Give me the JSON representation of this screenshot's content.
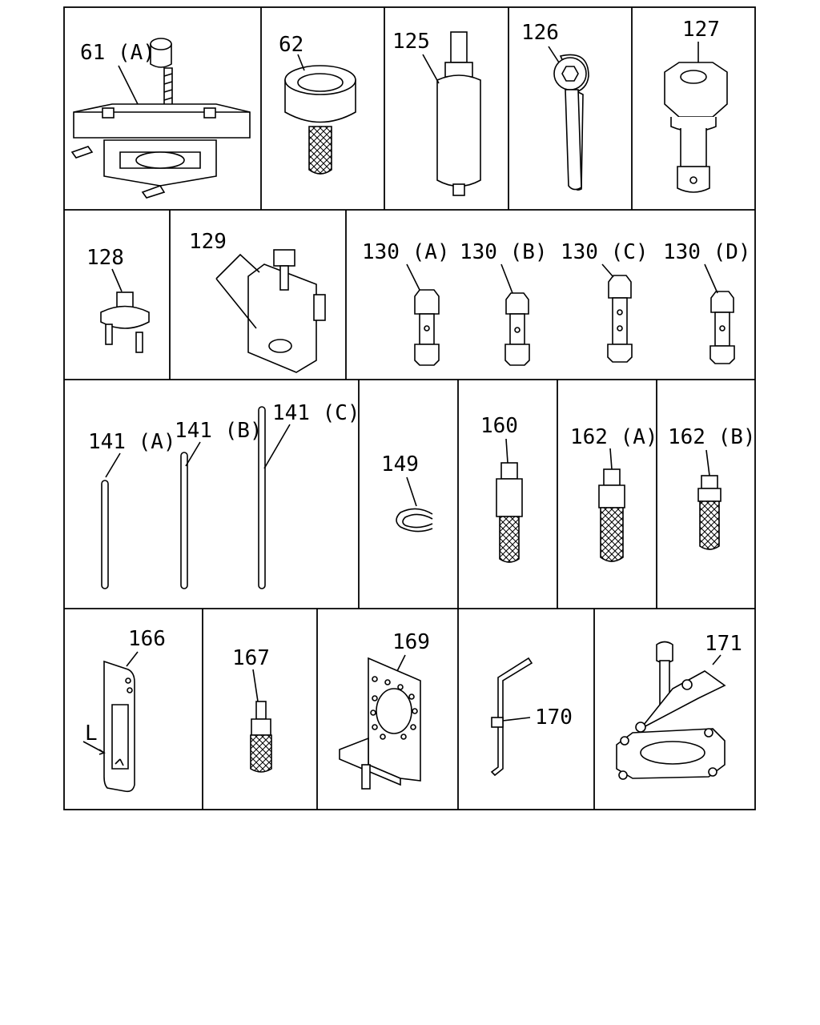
{
  "labels": {
    "p61a": "61 (A)",
    "p62": "62",
    "p125": "125",
    "p126": "126",
    "p127": "127",
    "p128": "128",
    "p129": "129",
    "p130a": "130 (A)",
    "p130b": "130 (B)",
    "p130c": "130 (C)",
    "p130d": "130 (D)",
    "p141a": "141 (A)",
    "p141b": "141 (B)",
    "p141c": "141 (C)",
    "p149": "149",
    "p160": "160",
    "p162a": "162 (A)",
    "p162b": "162 (B)",
    "p166": "166",
    "p166_dim": "L",
    "p167": "167",
    "p169": "169",
    "p170": "170",
    "p171": "171"
  }
}
